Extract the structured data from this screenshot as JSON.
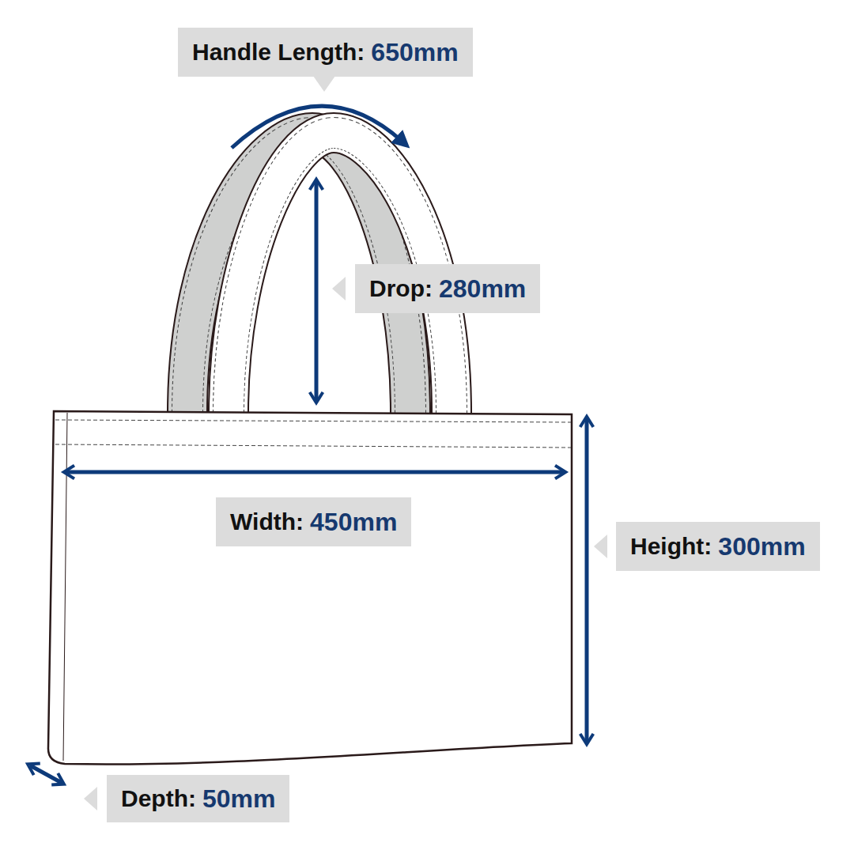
{
  "diagram": {
    "nodes": [
      {
        "text": [
          "Handle Length:",
          "650mm"
        ]
      },
      {
        "text": [
          "Drop:",
          "280mm"
        ]
      },
      {
        "text": [
          "Width:",
          "450mm"
        ]
      },
      {
        "text": [
          "Height:",
          "300mm"
        ]
      },
      {
        "text": [
          "Depth:",
          "50mm"
        ]
      }
    ]
  }
}
